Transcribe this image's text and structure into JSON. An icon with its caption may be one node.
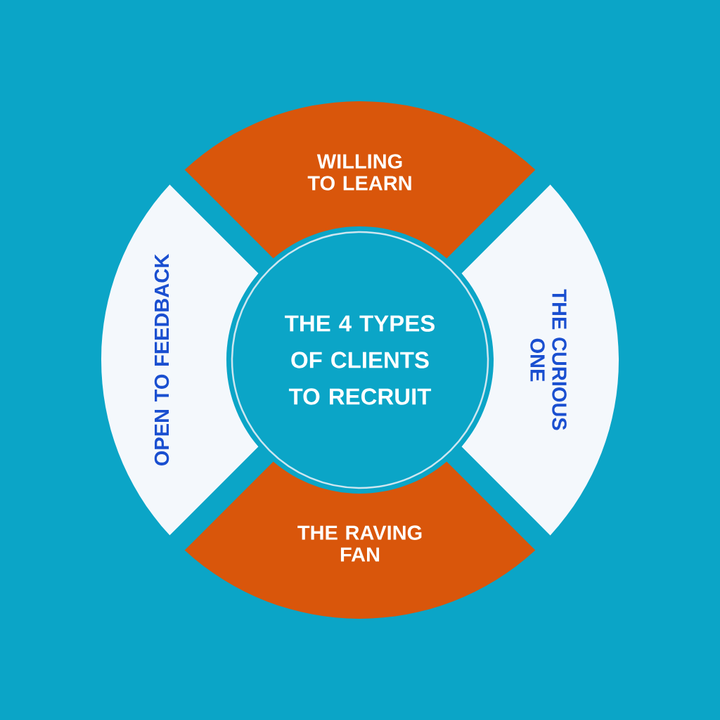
{
  "diagram": {
    "nodes": [
      {
        "text": [
          "WILLING TO LEARN"
        ]
      },
      {
        "text": [
          "OPEN TO FEEDBACK"
        ]
      },
      {
        "text": [
          "THE 4 TYPES OF CLIENTS TO RECRUIT"
        ]
      },
      {
        "text": [
          "THE CURIOUS ONE"
        ]
      },
      {
        "text": [
          "THE RAVING FAN"
        ]
      }
    ]
  }
}
